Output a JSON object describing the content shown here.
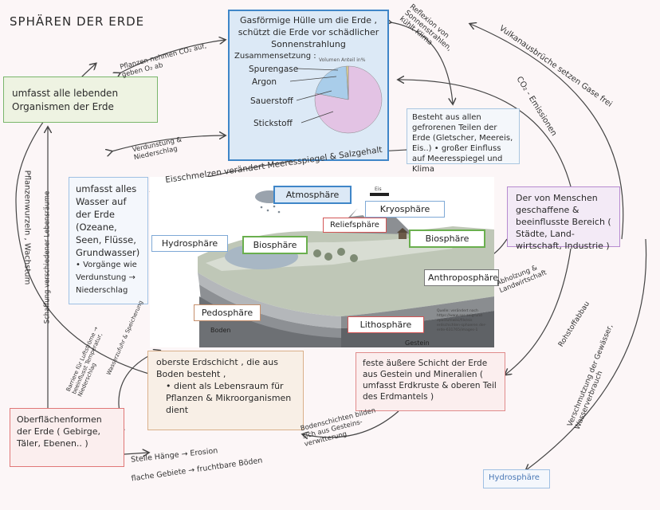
{
  "title": "SPHÄREN DER ERDE",
  "biosphere_desc": "umfasst alle lebenden Organismen der Erde",
  "atmosphere": {
    "desc": "Gasförmige Hülle um die Erde , schützt die Erde vor schädlicher Sonnenstrahlung",
    "composition_label": "Zusammensetzung :",
    "chart_title": "Volumen Anteil in%",
    "gas_labels": [
      "Spurengase",
      "Argon",
      "Sauerstoff",
      "Stickstoff"
    ]
  },
  "chart_data": {
    "type": "pie",
    "title": "Volumen Anteil in%",
    "categories": [
      "Stickstoff",
      "Sauerstoff",
      "Argon",
      "Spurengase"
    ],
    "values": [
      78,
      21,
      0.9,
      0.1
    ],
    "colors": [
      "#e3c3e4",
      "#a9cdea",
      "#e9d98f",
      "#c9b08c"
    ]
  },
  "cryosphere_desc": "Besteht aus allen gefrorenen Teilen der Erde (Gletscher, Meereis, Eis..) • großer Einfluss auf Meeresspiegel und Klima",
  "hydrosphere_desc": {
    "main": "umfasst alles Wasser auf der Erde (Ozeane, Seen, Flüsse, Grundwasser)",
    "bullet": "• Vorgänge wie Verdunstung → Niederschlag"
  },
  "anthroposphere_desc": "Der von Menschen geschaffene & beeinflusste Bereich ( Städte, Land-wirtschaft, Industrie )",
  "pedosphere_desc": {
    "main": "oberste Erdschicht , die aus Boden besteht ,",
    "bullet": "• dient als Lebensraum für Pflanzen & Mikroorganismen dient"
  },
  "lithosphere_desc": "feste äußere Schicht der Erde aus Gestein und Mineralien ( umfasst Erdkruste & oberen Teil des Erdmantels )",
  "oberflaeche_desc": "Oberflächenformen der Erde ( Gebirge, Täler, Ebenen.. )",
  "hydrosphere_small": "Hydrosphäre",
  "illustration_labels": {
    "atmosphere": "Atmosphäre",
    "cryosphere": "Kryosphäre",
    "reliefsphere": "Reliefsphäre",
    "hydrosphere": "Hydrosphäre",
    "biosphere_left": "Biosphäre",
    "biosphere_right": "Biosphäre",
    "anthroposphere": "Anthroposphäre",
    "pedosphere": "Pedosphäre",
    "boden": "Boden",
    "lithosphere": "Lithosphäre",
    "gestein": "Gestein",
    "eis": "Eis",
    "source": "Quelle: verändert nach https://www.sos-zeigrund epostuhlwiki/file/eis erdschichten-sphaeren der-erde-631765/images-1"
  },
  "annotations": {
    "pflanzen": "Pflanzen nehmen CO₂ auf, geben O₂ ab",
    "reflexion": "Reflexion von Sonnenstrahlen, kühlt Klima",
    "vulkan": "Vulkanausbrüche setzen Gase frei",
    "co2": "CO₂ - Emissionen",
    "verdunstung": "Verdunstung & Niederschlag",
    "eisschmelzen": "Eisschmelzen verändert Meeresspiegel & Salzgehalt",
    "pflanzenwurzeln": "Pflanzenwurzeln , Wachstum",
    "schaffung": "Schaffung verschiedener Lebensräume",
    "abholzung": "Abholzung & Landwirtschaft",
    "rohstoff": "Rohstoffabbau",
    "verschmutzung": "Verschmutzung der Gewässer, Wasserverbrauch",
    "barriere": "Barriere für Luftströme → beeinflusst Temperatur, Niederschlag",
    "wasser_speicherung": "Wasserzufuhr & Speicherung",
    "bodenschichten": "Bodenschichten bilden sich aus Gesteins-verwitterung",
    "steile": "Steile Hänge → Erosion",
    "flache": "flache Gebiete → fruchtbare Böden"
  }
}
